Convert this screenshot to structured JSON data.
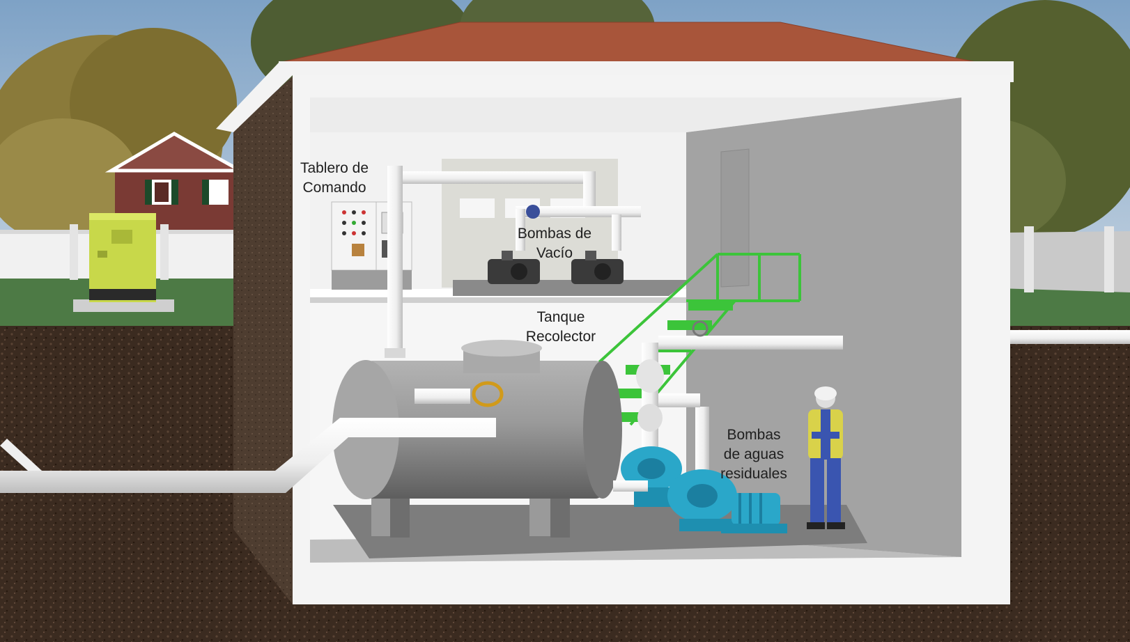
{
  "labels": {
    "control_panel": "Tablero de\nComando",
    "vacuum_pumps": "Bombas de\nVacío",
    "collector_tank": "Tanque\nRecolector",
    "wastewater_pumps": "Bombas\nde aguas\nresiduales"
  },
  "colors": {
    "sky": "#8fb2d3",
    "soil": "#3b2b20",
    "grass": "#4d7a45",
    "roof": "#a8553a",
    "tank": "#8e8e8e",
    "stairs": "#3cc43a",
    "pump": "#2aa7c9",
    "pipe": "#f4f4f4",
    "generator": "#c8d84a"
  },
  "icons": [
    "tree",
    "house",
    "generator",
    "fence",
    "pipe",
    "tank",
    "control-panel",
    "vacuum-pump",
    "stairs",
    "centrifugal-pump",
    "motor",
    "worker"
  ]
}
